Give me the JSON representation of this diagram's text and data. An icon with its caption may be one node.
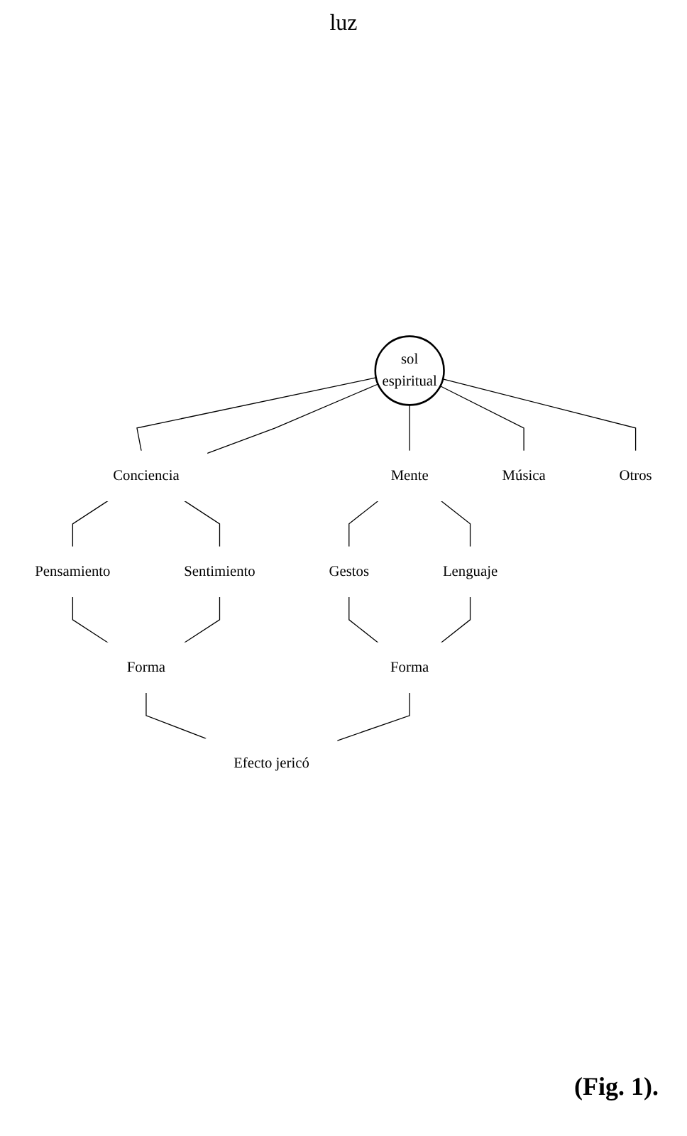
{
  "diagram": {
    "caption": "(Fig. 1).",
    "nodes": [
      {
        "text": [
          "sol",
          "espiritual"
        ]
      },
      {
        "text": [
          "Conciencia"
        ]
      },
      {
        "text": [
          "Mente"
        ]
      },
      {
        "text": [
          "Música"
        ]
      },
      {
        "text": [
          "Otros"
        ]
      },
      {
        "text": [
          "Pensamiento"
        ]
      },
      {
        "text": [
          "Lenguaje"
        ]
      },
      {
        "text": [
          "Sentimiento"
        ]
      },
      {
        "text": [
          "Gestos"
        ]
      },
      {
        "text": [
          "Forma"
        ]
      },
      {
        "text": [
          "Forma"
        ]
      },
      {
        "text": [
          "Efecto jericó"
        ]
      }
    ],
    "edges": [
      {
        "from": 0,
        "to": 1,
        "arrow": "none"
      },
      {
        "from": 0,
        "to": 1,
        "arrow": "none"
      },
      {
        "from": 0,
        "to": 2,
        "arrow": "none"
      },
      {
        "from": 0,
        "to": 3,
        "arrow": "none"
      },
      {
        "from": 0,
        "to": 4,
        "arrow": "none"
      },
      {
        "from": 1,
        "to": 5,
        "arrow": "none"
      },
      {
        "from": 1,
        "to": 7,
        "arrow": "none"
      },
      {
        "from": 2,
        "to": 8,
        "arrow": "none"
      },
      {
        "from": 2,
        "to": 6,
        "arrow": "none"
      },
      {
        "from": 5,
        "to": 9,
        "arrow": "none"
      },
      {
        "from": 7,
        "to": 9,
        "arrow": "none"
      },
      {
        "from": 8,
        "to": 10,
        "arrow": "none"
      },
      {
        "from": 6,
        "to": 10,
        "arrow": "none"
      },
      {
        "from": 9,
        "to": 11,
        "arrow": "none"
      },
      {
        "from": 10,
        "to": 11,
        "arrow": "none"
      }
    ],
    "labels": [
      "luz"
    ]
  }
}
